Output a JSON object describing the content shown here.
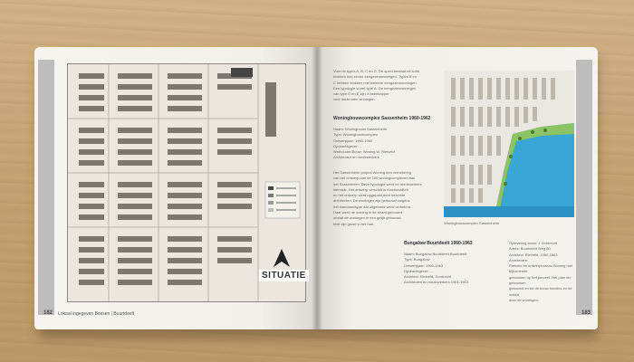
{
  "left_page": {
    "map_label": "SITUATIE",
    "page_number": "182",
    "footer": "Lokaal ingegeven Bossen | Buurtdeelt"
  },
  "right_page": {
    "page_number": "183",
    "section_1_title": "Woningbouwcomplex Sassenheim 1960-1962",
    "section_2_title": "Bungalow Buurtdeelt 1960-1963",
    "photo_caption": "Woningbouwcomplex Sassenheim",
    "intro_lines": [
      "Voor de types A, B, C en D. De opzet bestaat uit korte",
      "blokken met zeven eengezinswoningen. Types B en",
      "C hebben blokken met kleinere eengezinswoningen.",
      "Een typologie vormt type A. De eengezinswoningen",
      "van type D en E zijn in tweekapper",
      "voor duizenden woningen."
    ],
    "meta_lines": [
      "Naam: Woningbouw Sassenheim",
      "Type: Woningbouwcomplex",
      "Ontwerpjaar: 1960-1962",
      "Opdrachtgever: ...",
      "Wethouder/Bouw: Woning W. Rietveld",
      "Architecten en medewerkers"
    ],
    "body_lines": [
      "Het Sassenheim project Woning een verbetering",
      "van het ontwerp van de 100 woningcomplexen aan",
      "het Sassenheim. Deze typologie werd en medewerkers",
      "hiernaar. Het ontwerp verschilt in functionaliteit",
      "en het ontwerp werd opgepakt door bekende",
      "architecten. De woningen zijn gebouwd volgens",
      "het standaardtype dat uitgebreid werd verbeterd.",
      "Daar werd de woning in de straat gebouwd",
      "omdat de woningen in een gelijk gebouwd",
      "blok zijn gezet in het hart."
    ],
    "bungalow_lines": [
      "Naam: Bungalow Buurtdeelt Buurtdeelt",
      "Type: Bungalow",
      "Ontwerpjaar: 1960-1963",
      "Opdrachtgever: ...",
      "Architect: Rietveld, Dordrecht",
      "Architecten en medewerkers 1961-1963"
    ],
    "side_lines": [
      "Oplevering bouw: 1 Dordrecht",
      "Adres: Buurtdeelt Weg 80",
      "Architect: Rietveld, 1960-1963",
      "",
      "Architecten:",
      "Rietveld en ontwerpbureau Woning met bijkomende",
      "gebouwen op het perceel. Het plan die gebouwen",
      "gebouwd en tot de bouw functies en de maten",
      "door de woningen."
    ]
  },
  "colors": {
    "water": "#3aa6d6",
    "greenery": "#8cc464",
    "tab_gray": "#bdbdbd"
  }
}
